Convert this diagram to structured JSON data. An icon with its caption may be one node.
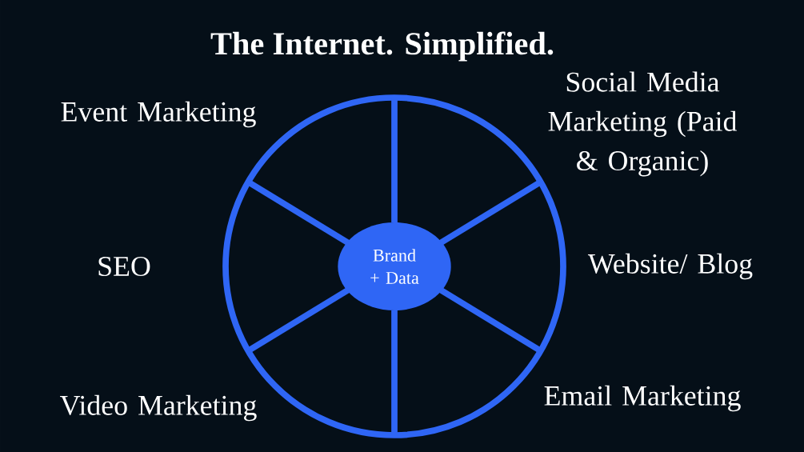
{
  "diagram": {
    "title": "The Internet. Simplified.",
    "nodes": [
      {
        "text": [
          "Brand + Data"
        ]
      }
    ],
    "labels": [
      "Event Marketing",
      "Social Media Marketing (Paid & Organic)",
      "SEO",
      "Website/ Blog",
      "Video Marketing",
      "Email Marketing"
    ]
  }
}
